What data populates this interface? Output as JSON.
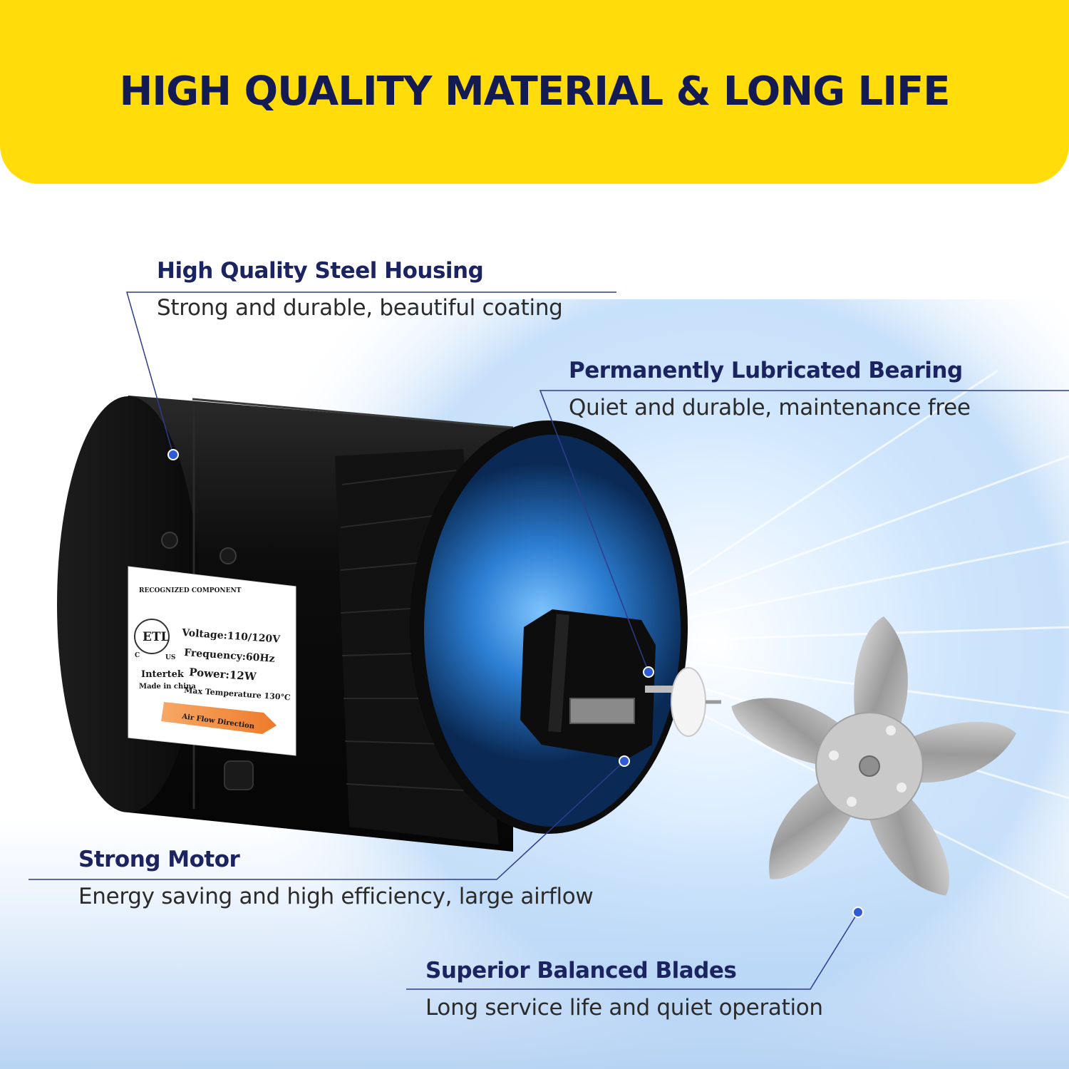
{
  "banner": {
    "title": "HIGH QUALITY MATERIAL & LONG LIFE",
    "color": "#FFDC0A",
    "text_color": "#141A52"
  },
  "callouts": [
    {
      "title": "High Quality Steel Housing",
      "description": "Strong and durable, beautiful coating"
    },
    {
      "title": "Permanently Lubricated Bearing",
      "description": "Quiet and durable, maintenance free"
    },
    {
      "title": "Strong Motor",
      "description": "Energy saving and high efficiency, large airflow"
    },
    {
      "title": "Superior Balanced Blades",
      "description": "Long service life and quiet operation"
    }
  ],
  "product_label": {
    "cert_top": "RECOGNIZED COMPONENT",
    "cert_mark": "ETL",
    "cert_c": "C",
    "cert_us": "US",
    "cert_brand": "Intertek",
    "origin": "Made in china",
    "voltage": "Voltage:110/120V",
    "frequency": "Frequency:60Hz",
    "power": "Power:12W",
    "max_temp": "Max Temperature 130°C",
    "airflow_arrow": "Air Flow Direction"
  },
  "colors": {
    "callout_title": "#1B2461",
    "leader_line": "#2F3C8C",
    "airflow_blue": "#2E7FE0",
    "housing": "#111111"
  },
  "icons": [
    "callout-dot-icon",
    "fan-blade-icon",
    "motor-icon",
    "etl-mark-icon",
    "arrow-right-icon"
  ]
}
